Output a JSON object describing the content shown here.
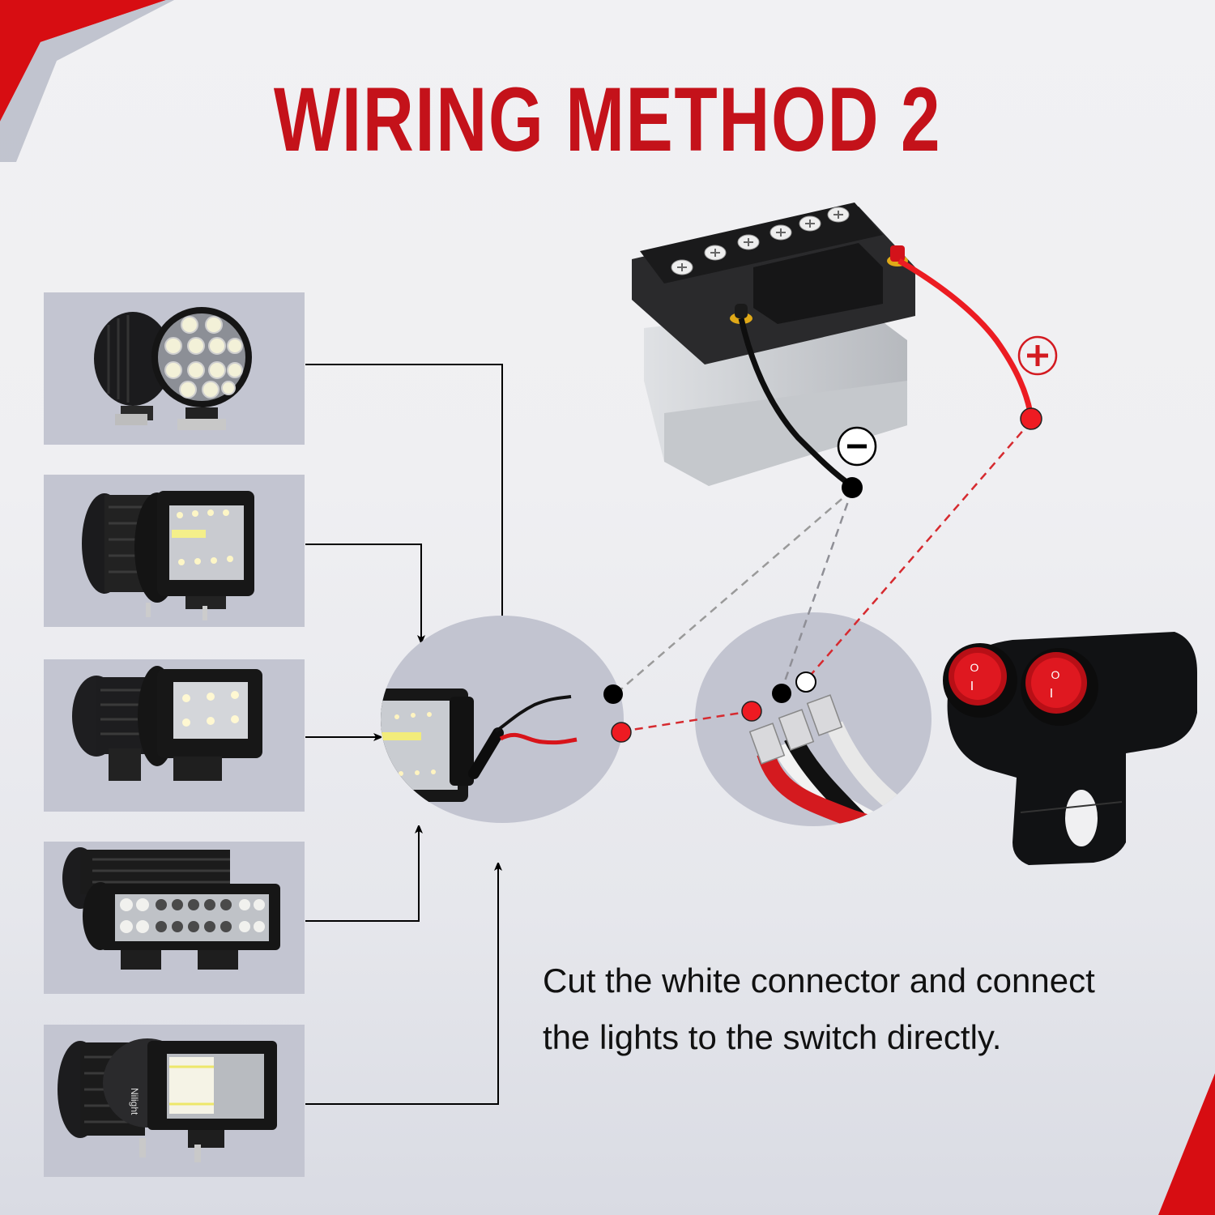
{
  "title": "WIRING METHOD 2",
  "caption": {
    "line1": "Cut the white connector and connect",
    "line2": "the lights to the switch directly."
  },
  "symbols": {
    "positive": "+",
    "negative": "−",
    "switch_off": "O",
    "switch_on": "I"
  },
  "brand_mark": "Nilight",
  "products": [
    {
      "name": "round-led-work-light-pair",
      "type": "round 14-LED pod"
    },
    {
      "name": "4in-triple-row-pod-pair",
      "type": "4\" triple row pod"
    },
    {
      "name": "4in-spot-pod-pair",
      "type": "4\" spot pod"
    },
    {
      "name": "9in-double-row-bar-pair",
      "type": "double row light bar"
    },
    {
      "name": "5in-flood-pod-pair",
      "type": "5\" flood pod"
    }
  ],
  "components": {
    "battery": "12V car battery",
    "switch": "dual rocker handlebar switch",
    "light_detail": "light pod wire lead (black / red)",
    "harness_detail": "switch harness connectors (red / black / white)"
  },
  "colors": {
    "accent_red": "#c4121a",
    "wire_red": "#e3151b",
    "wire_black": "#111111",
    "dashed_gray": "#9a9a9a",
    "panel_bg": "#c3c5d1",
    "circle_bg": "#c2c4d0"
  }
}
